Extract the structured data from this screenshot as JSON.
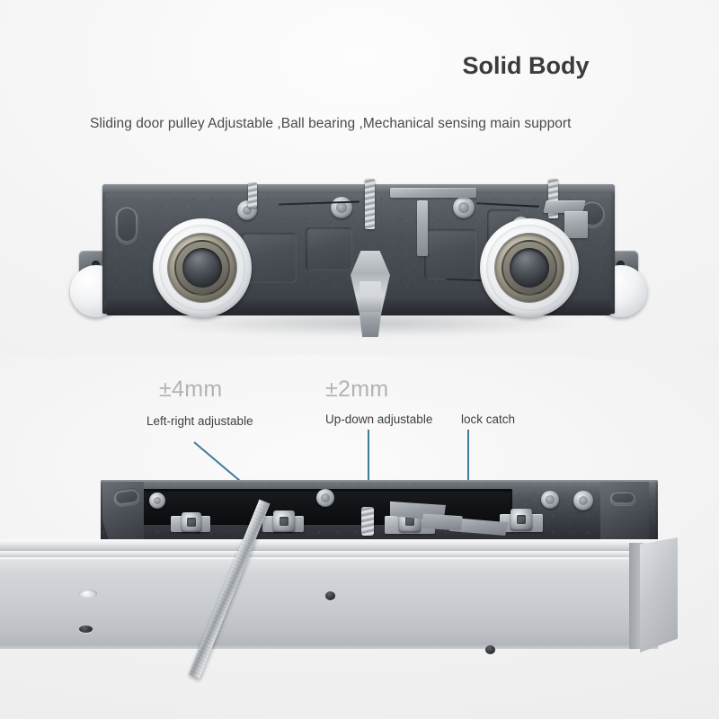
{
  "header": {
    "title": "Solid Body",
    "subtitle": "Sliding door pulley Adjustable ,Ball bearing ,Mechanical sensing main support"
  },
  "annotations": [
    {
      "id": "left-right",
      "measure": "±4mm",
      "label": "Left-right adjustable",
      "leader": "diagonal"
    },
    {
      "id": "up-down",
      "measure": "±2mm",
      "label": "Up-down adjustable",
      "leader": "vertical"
    },
    {
      "id": "lock-catch",
      "measure": "",
      "label": "lock catch",
      "leader": "vertical"
    }
  ],
  "product": {
    "upper_assembly_name": "sliding-door-pulley-carriage",
    "lower_assembly_name": "carriage-on-aluminium-track",
    "parts": [
      "nylon-pulley-wheel",
      "ball-bearing",
      "guide-roller",
      "adjustment-screw",
      "hex-socket-screw",
      "lock-catch-lever",
      "aluminium-track-rail",
      "hex-key"
    ]
  },
  "colors": {
    "background": "#f4f4f4",
    "title_text": "#3b3b3b",
    "subtitle_text": "#4a4a4a",
    "measure_text": "#b3b3b3",
    "annotation_text": "#3f3f3f",
    "leader_line": "#3f7b9c",
    "body_metal_dark": "#43484f",
    "rail_aluminium": "#c9ccd0",
    "pulley_white": "#f6f7f8"
  }
}
